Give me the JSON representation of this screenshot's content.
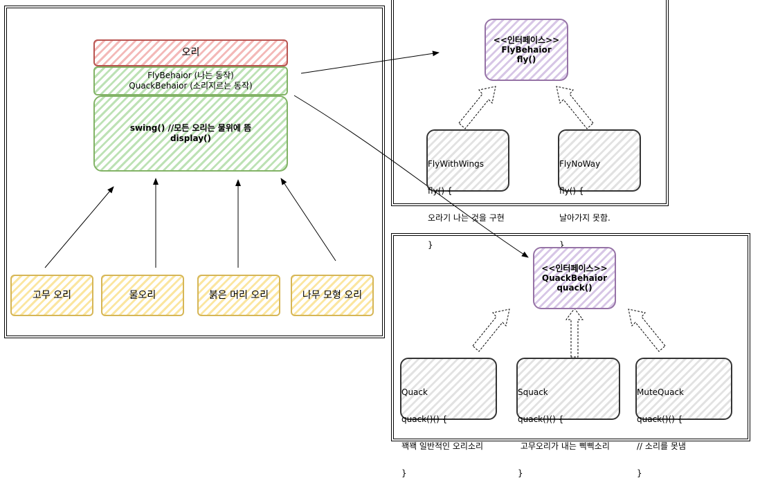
{
  "duck": {
    "title": "오리",
    "behaviors_line1": "FlyBehaior  (나는 동작)",
    "behaviors_line2": "QuackBehaior (소리지르는 동작)",
    "methods_line1": "swing() //모든 오리는 물위에 뜸",
    "methods_line2": "display()"
  },
  "subclasses": [
    "고무 오리",
    "물오리",
    "붉은 머리 오리",
    "나무 모형 오리"
  ],
  "fly": {
    "interface_stereotype": "<<인터페이스>>",
    "interface_name": "FlyBehaior",
    "interface_method": "fly()",
    "impls": [
      {
        "name": "FlyWithWings",
        "sig": "fly() {",
        "body": "오라기 나는 것을 구현",
        "close": "}"
      },
      {
        "name": "FlyNoWay",
        "sig": "fly() {",
        "body": "날아가지 못함.",
        "close": "}"
      }
    ]
  },
  "quack": {
    "interface_stereotype": "<<인터페이스>>",
    "interface_name": "QuackBehaior",
    "interface_method": "quack()",
    "impls": [
      {
        "name": "Quack",
        "sig": "quack()() {",
        "body": "꽥꽥 일반적인 오리소리",
        "close": "}"
      },
      {
        "name": "Squack",
        "sig": "quack()() {",
        "body": " 고무오리가 내는 삑삑소리",
        "close": "}"
      },
      {
        "name": "MuteQuack",
        "sig": "quack()() {",
        "body": "// 소리를 못냄",
        "close": "}"
      }
    ]
  },
  "colors": {
    "red": "#b85450",
    "green": "#82b366",
    "yellow": "#d6b656",
    "purple": "#9673a6",
    "gray": "#333333"
  }
}
